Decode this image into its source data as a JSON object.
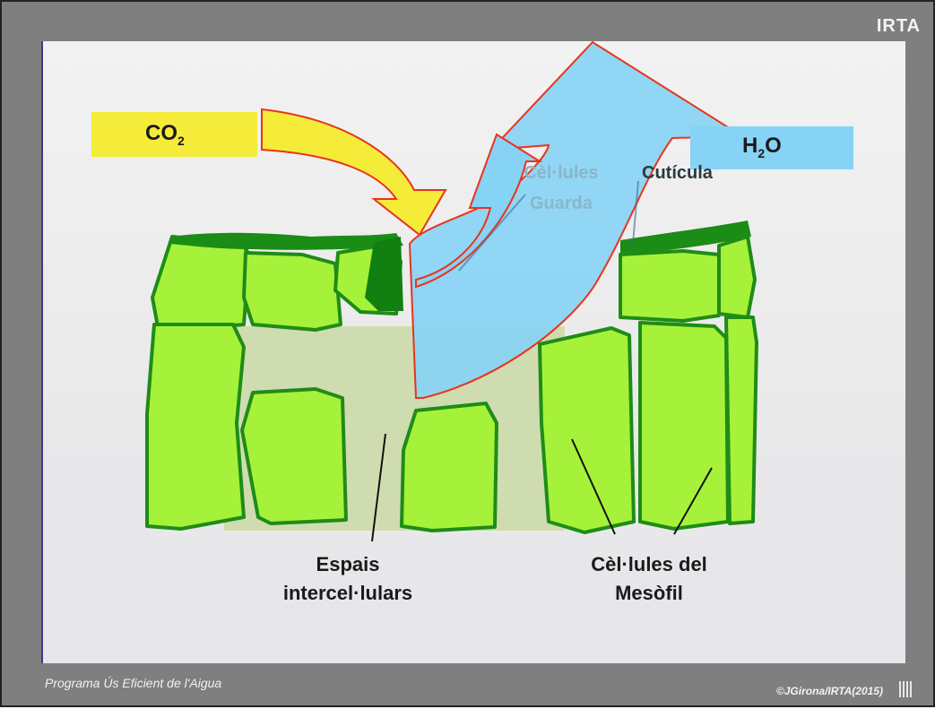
{
  "logo": "IRTA",
  "co2": {
    "text": "CO",
    "sub": "2"
  },
  "h2o": {
    "pre": "H",
    "sub": "2",
    "post": "O"
  },
  "labels": {
    "guard_cells": "Cèl·lules Guarda",
    "cuticle": "Cutícula",
    "intercellular": "Espais intercel·lulars",
    "mesophyll": "Cèl·lules del Mesòfil"
  },
  "footer": {
    "left": "Programa Ús Eficient de l'Aigua",
    "right": "©JGirona/IRTA(2015)"
  },
  "colors": {
    "cell_fill": "#a6f23a",
    "cell_stroke": "#1f8c17",
    "guard_fill": "#118010",
    "co2": "#f5ec3a",
    "h2o": "#86d3f5",
    "arrow_edge": "#e8341c"
  }
}
